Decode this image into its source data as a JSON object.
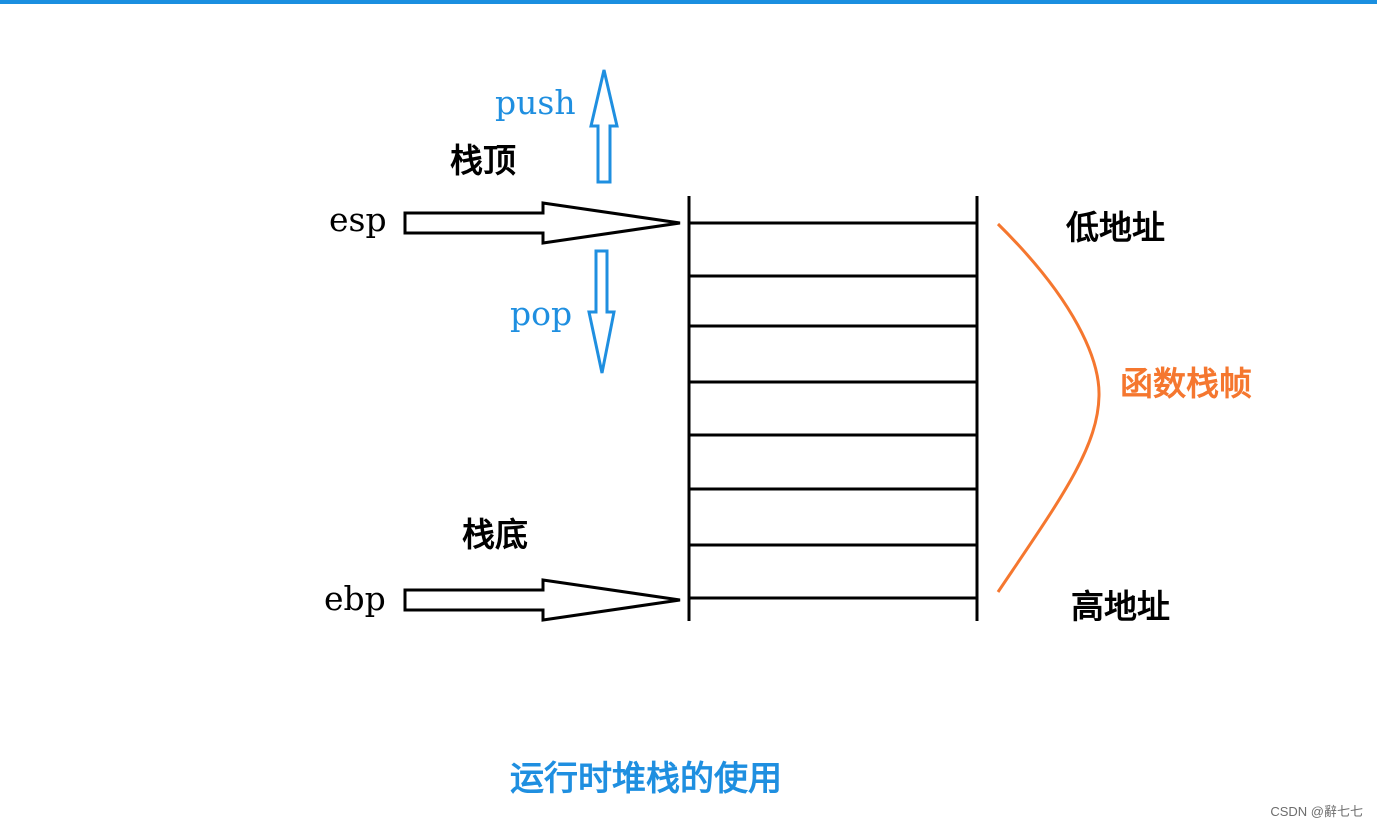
{
  "colors": {
    "top_rule": "#1a8fe0",
    "line": "#000000",
    "blue": "#1f8fe0",
    "orange": "#f5772f"
  },
  "labels": {
    "push": "push",
    "pop": "pop",
    "stack_top": "栈顶",
    "stack_bottom": "栈底",
    "esp": "esp",
    "ebp": "ebp",
    "low_address": "低地址",
    "high_address": "高地址",
    "function_frame": "函数栈帧",
    "caption": "运行时堆栈的使用"
  },
  "watermark": "CSDN @辭七七",
  "icons": {
    "push_arrow": "hollow-up-arrow",
    "pop_arrow": "hollow-down-arrow",
    "esp_arrow": "hollow-right-arrow",
    "ebp_arrow": "hollow-right-arrow",
    "frame_brace": "curved-brace"
  }
}
